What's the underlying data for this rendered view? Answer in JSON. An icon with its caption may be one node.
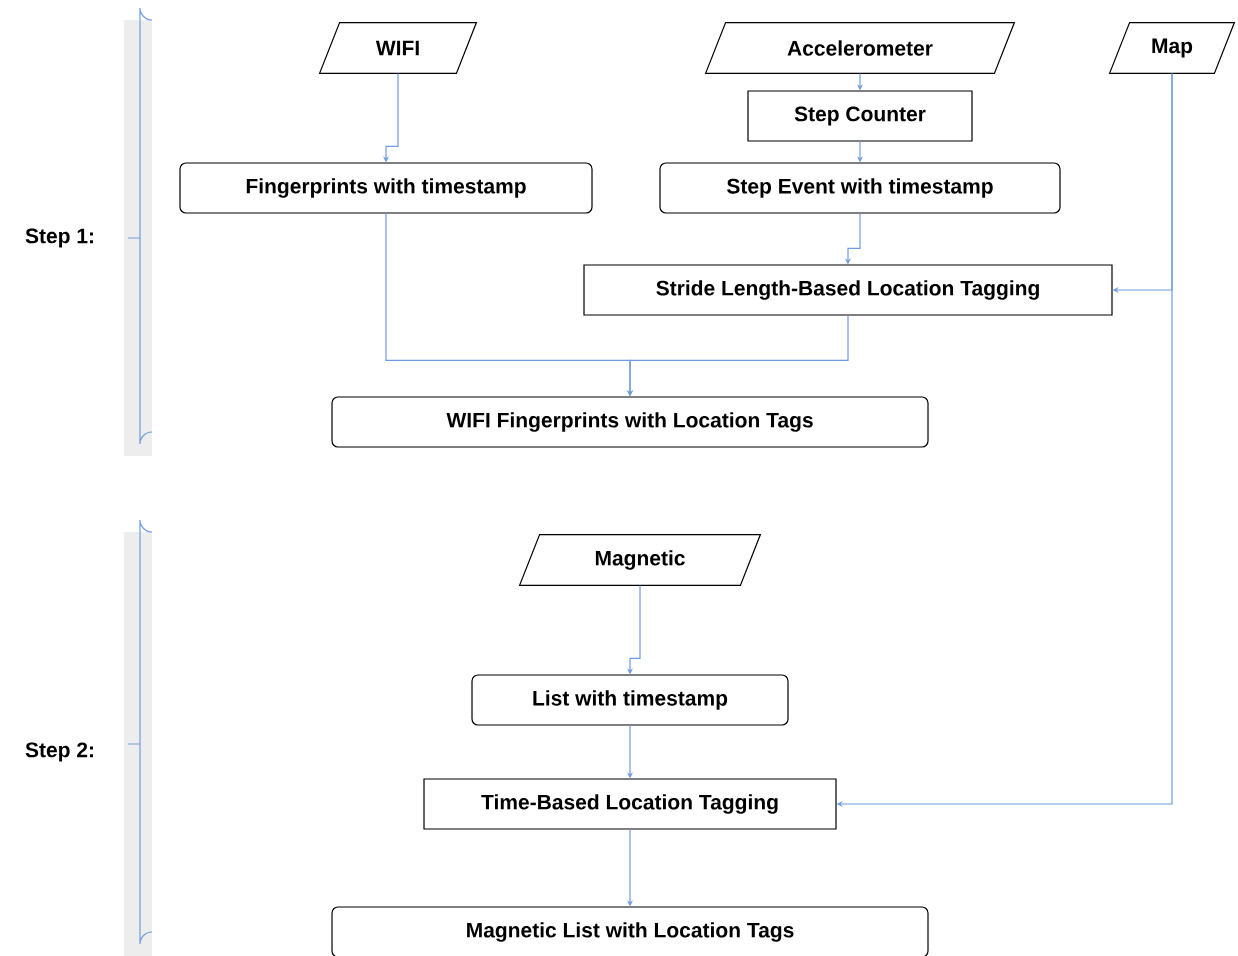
{
  "diagram": {
    "nodes": [
      {
        "text": [
          "WIFI"
        ]
      },
      {
        "text": [
          "Accelerometer"
        ]
      },
      {
        "text": [
          "Map"
        ]
      },
      {
        "text": [
          "Step Counter"
        ]
      },
      {
        "text": [
          "Fingerprints with timestamp"
        ]
      },
      {
        "text": [
          "Step Event with timestamp"
        ]
      },
      {
        "text": [
          "Stride Length-Based Location Tagging"
        ]
      },
      {
        "text": [
          "WIFI Fingerprints with Location Tags"
        ]
      },
      {
        "text": [
          "Magnetic"
        ]
      },
      {
        "text": [
          "List with timestamp"
        ]
      },
      {
        "text": [
          "Time-Based Location Tagging"
        ]
      },
      {
        "text": [
          "Magnetic List with Location Tags"
        ]
      }
    ],
    "edges": [
      {
        "from": 0,
        "to": 4,
        "arrow": "to"
      },
      {
        "from": 1,
        "to": 3,
        "arrow": "to"
      },
      {
        "from": 3,
        "to": 5,
        "arrow": "to"
      },
      {
        "from": 5,
        "to": 6,
        "arrow": "to"
      },
      {
        "from": 4,
        "to": 7,
        "arrow": "to"
      },
      {
        "from": 6,
        "to": 7,
        "arrow": "to"
      },
      {
        "from": 2,
        "to": 6,
        "arrow": "to"
      },
      {
        "from": 2,
        "to": 10,
        "arrow": "to"
      },
      {
        "from": 8,
        "to": 9,
        "arrow": "to"
      },
      {
        "from": 9,
        "to": 10,
        "arrow": "to"
      },
      {
        "from": 10,
        "to": 11,
        "arrow": "to"
      }
    ],
    "labels": [
      "Step 1:",
      "Step 2:"
    ]
  }
}
